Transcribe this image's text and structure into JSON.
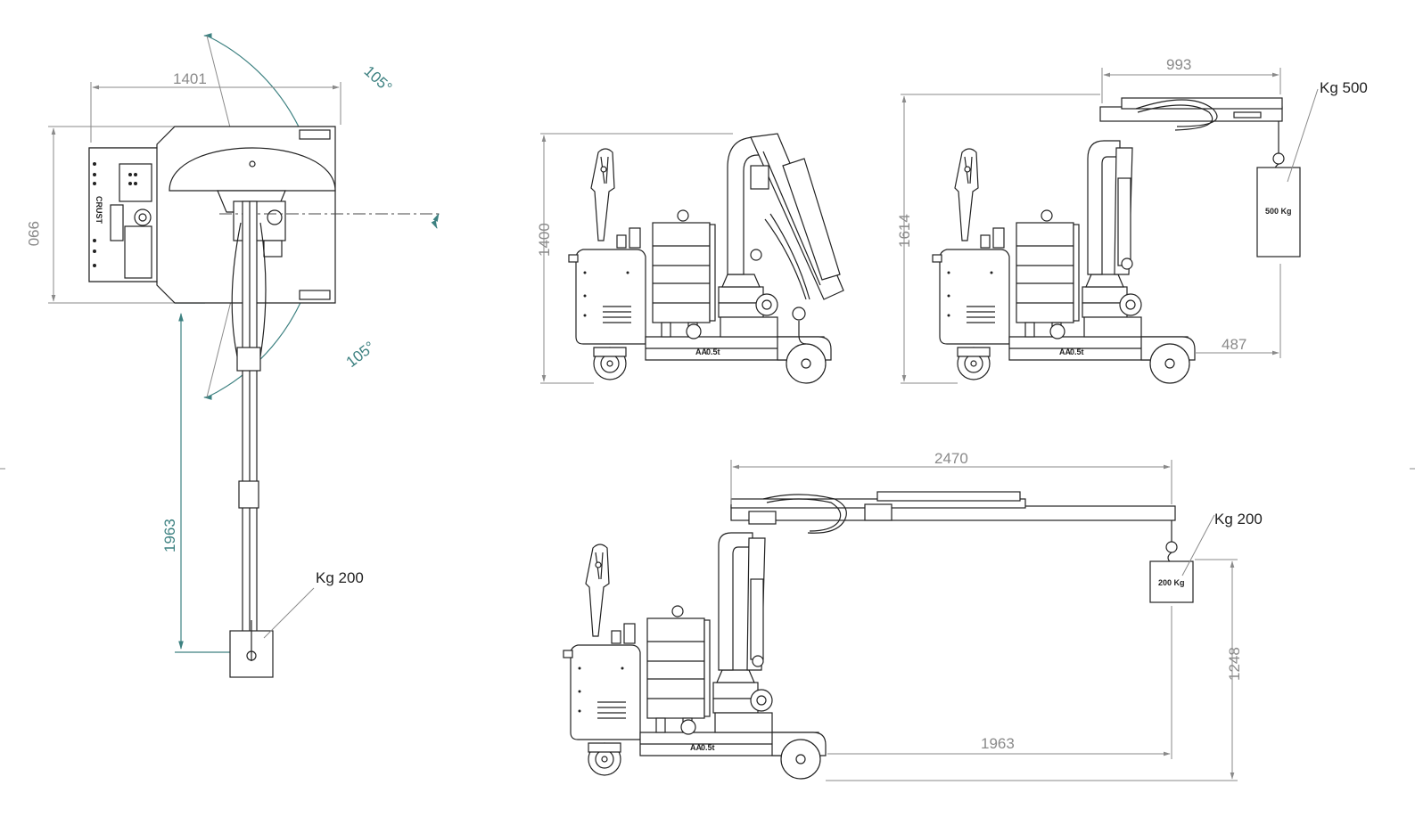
{
  "top_view": {
    "dims": {
      "width": "1401",
      "depth": "990",
      "reach": "1963",
      "angle_top": "105°",
      "angle_bottom": "105°"
    },
    "load_label": "Kg 200",
    "brand": "CRUST"
  },
  "side_view_folded": {
    "dims": {
      "height": "1400"
    },
    "badge": "0.5t"
  },
  "side_view_extended": {
    "dims": {
      "reach": "993",
      "height": "1614",
      "overhang": "487"
    },
    "load_label": "Kg 500",
    "block_label": "500 Kg",
    "badge": "0.5t"
  },
  "side_view_max": {
    "dims": {
      "reach": "2470",
      "height": "1248",
      "wheel_reach": "1963"
    },
    "load_label": "Kg 200",
    "block_label": "200 Kg",
    "badge": "0.5t"
  }
}
